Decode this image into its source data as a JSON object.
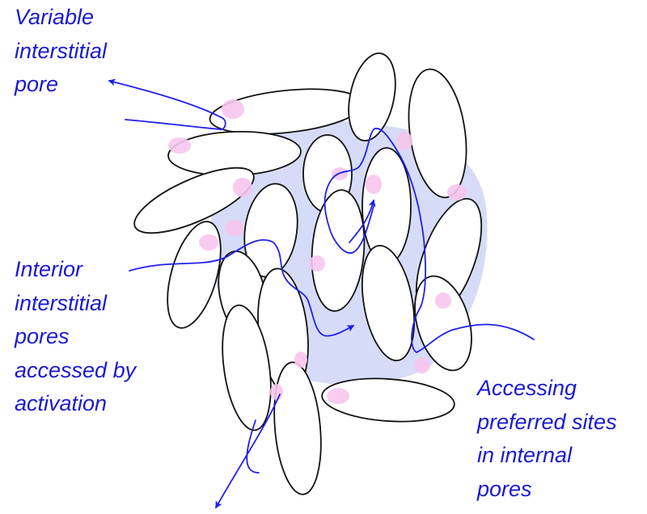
{
  "labels": {
    "variable_pore": [
      "Variable",
      "interstitial",
      "pore"
    ],
    "interior_pores": [
      "Interior",
      "interstitial",
      "pores",
      "accessed by",
      "activation"
    ],
    "preferred_sites": [
      "Accessing",
      "preferred sites",
      "in internal",
      "pores"
    ]
  },
  "colors": {
    "text": "#1a1ad4",
    "path": "#1f1ff0",
    "pore_fill": "#d6dcf7",
    "contact_tint": "#f7c6ee",
    "grain_stroke": "#111111",
    "grain_fill": "#ffffff"
  },
  "icons": {
    "arrowhead": "arrowhead-icon"
  }
}
